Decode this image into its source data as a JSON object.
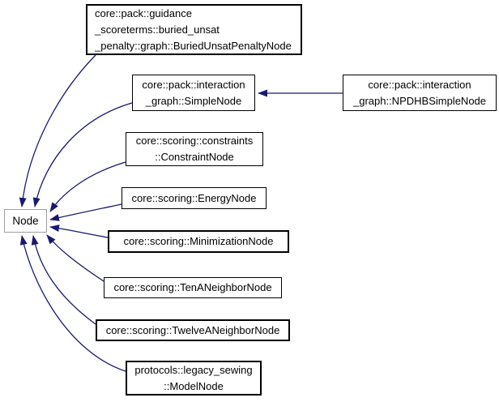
{
  "diagram": {
    "kind": "class-inheritance-graph",
    "colors": {
      "edge": "#191970",
      "box_border": "#000000",
      "root_box_border": "#9e9e9e",
      "box_fill": "#ffffff",
      "text": "#000000",
      "background": "#ffffff"
    },
    "root": {
      "id": "node",
      "label": "Node"
    },
    "classes": [
      {
        "id": "buried-unsat-penalty-node",
        "lines": [
          "core::pack::guidance",
          "_scoreterms::buried_unsat",
          "_penalty::graph::BuriedUnsatPenaltyNode"
        ],
        "full_name": "core::pack::guidance_scoreterms::buried_unsat_penalty::graph::BuriedUnsatPenaltyNode"
      },
      {
        "id": "simple-node",
        "lines": [
          "core::pack::interaction",
          "_graph::SimpleNode"
        ],
        "full_name": "core::pack::interaction_graph::SimpleNode"
      },
      {
        "id": "npdhb-simple-node",
        "lines": [
          "core::pack::interaction",
          "_graph::NPDHBSimpleNode"
        ],
        "full_name": "core::pack::interaction_graph::NPDHBSimpleNode"
      },
      {
        "id": "constraint-node",
        "lines": [
          "core::scoring::constraints",
          "::ConstraintNode"
        ],
        "full_name": "core::scoring::constraints::ConstraintNode"
      },
      {
        "id": "energy-node",
        "lines": [
          "core::scoring::EnergyNode"
        ],
        "full_name": "core::scoring::EnergyNode"
      },
      {
        "id": "minimization-node",
        "lines": [
          "core::scoring::MinimizationNode"
        ],
        "full_name": "core::scoring::MinimizationNode"
      },
      {
        "id": "ten-a-neighbor-node",
        "lines": [
          "core::scoring::TenANeighborNode"
        ],
        "full_name": "core::scoring::TenANeighborNode"
      },
      {
        "id": "twelve-a-neighbor-node",
        "lines": [
          "core::scoring::TwelveANeighborNode"
        ],
        "full_name": "core::scoring::TwelveANeighborNode"
      },
      {
        "id": "model-node",
        "lines": [
          "protocols::legacy_sewing",
          "::ModelNode"
        ],
        "full_name": "protocols::legacy_sewing::ModelNode"
      }
    ],
    "edges": [
      {
        "from": "buried-unsat-penalty-node",
        "to": "node"
      },
      {
        "from": "simple-node",
        "to": "node"
      },
      {
        "from": "constraint-node",
        "to": "node"
      },
      {
        "from": "energy-node",
        "to": "node"
      },
      {
        "from": "minimization-node",
        "to": "node"
      },
      {
        "from": "ten-a-neighbor-node",
        "to": "node"
      },
      {
        "from": "twelve-a-neighbor-node",
        "to": "node"
      },
      {
        "from": "model-node",
        "to": "node"
      },
      {
        "from": "npdhb-simple-node",
        "to": "simple-node"
      }
    ]
  }
}
